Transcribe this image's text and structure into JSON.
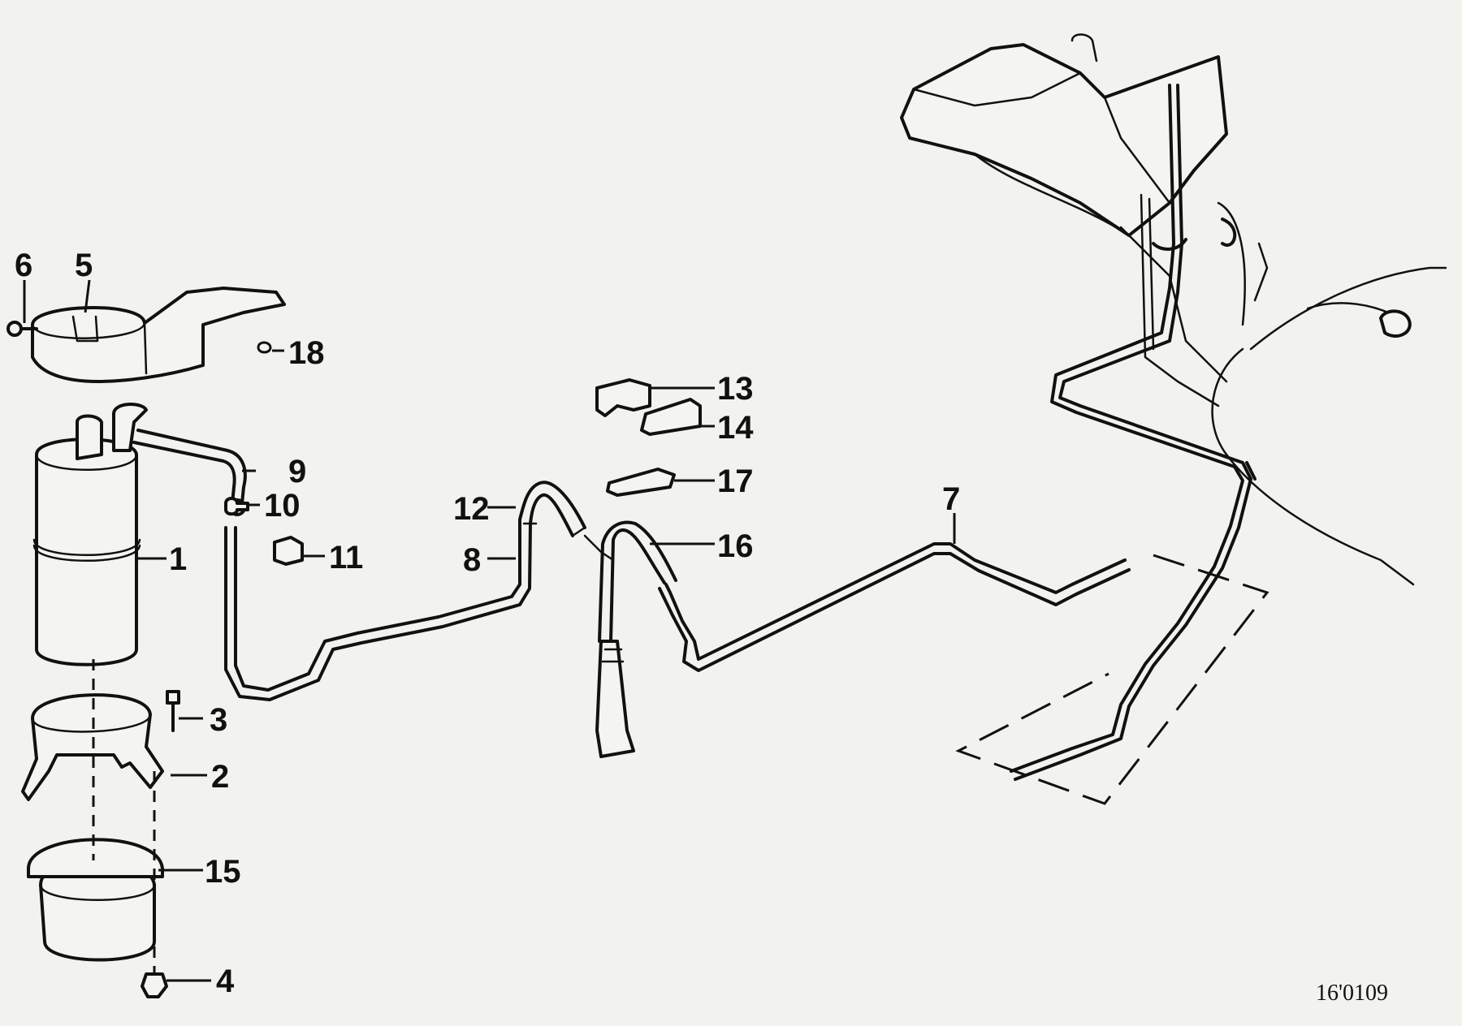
{
  "labels": {
    "p1": "1",
    "p2": "2",
    "p3": "3",
    "p4": "4",
    "p5": "5",
    "p6": "6",
    "p7": "7",
    "p8": "8",
    "p9": "9",
    "p10": "10",
    "p11": "11",
    "p12": "12",
    "p13": "13",
    "p14": "14",
    "p15": "15",
    "p16": "16",
    "p17": "17",
    "p18": "18"
  },
  "drawing_number": "16'0109"
}
